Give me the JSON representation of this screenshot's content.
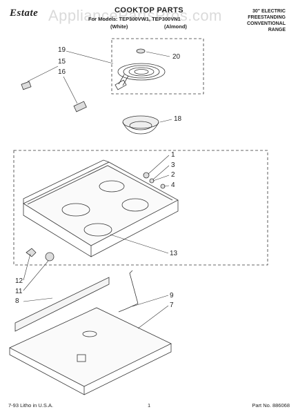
{
  "header": {
    "brand": "Estate",
    "title": "COOKTOP PARTS",
    "models_line": "For Models: TEP300VW1, TEP300VN1",
    "color_white": "(White)",
    "color_almond": "(Almond)",
    "description": [
      "30\" ELECTRIC",
      "FREESTANDING",
      "CONVENTIONAL",
      "RANGE"
    ]
  },
  "watermark": "AppliancePartsPros.com",
  "callouts": {
    "c19": "19",
    "c15": "15",
    "c16": "16",
    "c20": "20",
    "c18": "18",
    "c1": "1",
    "c3": "3",
    "c2": "2",
    "c4": "4",
    "c13": "13",
    "c12": "12",
    "c11": "11",
    "c8": "8",
    "c9": "9",
    "c7": "7"
  },
  "footer": {
    "litho": "7-93 Litho in U.S.A.",
    "page": "1",
    "part_no": "Part No. 886068"
  }
}
